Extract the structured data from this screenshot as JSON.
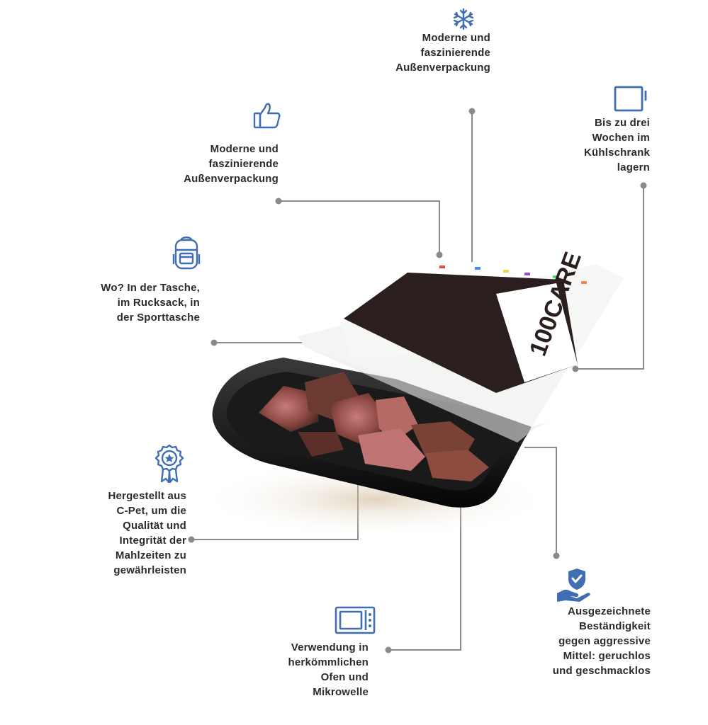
{
  "colors": {
    "icon_blue": "#3f6fb2",
    "line_gray": "#8a8a8a",
    "text": "#2b2b2b"
  },
  "features": [
    {
      "id": "top",
      "icon": "snowflake-icon",
      "text": "Moderne und\nfaszinierende\nAußenverpackung"
    },
    {
      "id": "thumbs",
      "icon": "thumbs-up-icon",
      "text": "Moderne und\nfaszinierende\nAußenverpackung"
    },
    {
      "id": "fridge",
      "icon": "fridge-icon",
      "text": "Bis zu drei\nWochen im\nKühlschrank\nlagern"
    },
    {
      "id": "backpack",
      "icon": "backpack-icon",
      "text": "Wo? In der Tasche,\nim Rucksack, in\nder Sporttasche"
    },
    {
      "id": "quality",
      "icon": "award-badge-icon",
      "text": "Hergestellt aus\nC-Pet, um die\nQualität und\nIntegrität der\nMahlzeiten zu\ngewährleisten"
    },
    {
      "id": "oven",
      "icon": "microwave-icon",
      "text": "Verwendung in\nherkömmlichen\nOfen und\nMikrowelle"
    },
    {
      "id": "resistance",
      "icon": "shield-hand-icon",
      "text": "Ausgezeichnete\nBeständigkeit\ngegen aggressive\nMittel: geruchlos\nund geschmacklos"
    }
  ],
  "sleeve": {
    "brand_text": "100CARE"
  }
}
